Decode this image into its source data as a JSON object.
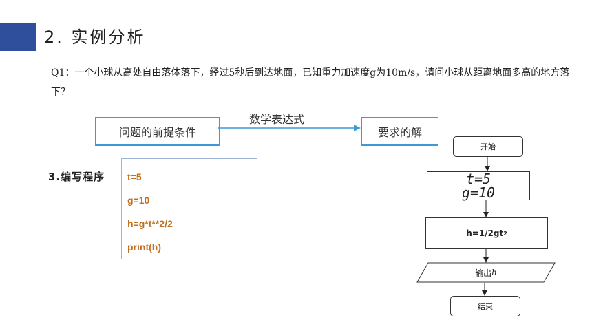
{
  "header": {
    "title": "2. 实例分析"
  },
  "question": {
    "text": "Q1：一个小球从高处自由落体落下，经过5秒后到达地面，已知重力加速度g为10m/s，请问小球从距离地面多高的地方落下？"
  },
  "diagram": {
    "premise_label": "问题的前提条件",
    "arrow_label": "数学表达式",
    "solution_label": "要求的解"
  },
  "section": {
    "label": "3.编写程序"
  },
  "code": {
    "lines": [
      "t=5",
      "g=10",
      "h=g*t**2/2",
      "print(h)"
    ]
  },
  "flowchart": {
    "start": "开始",
    "assign_line1": "t=5",
    "assign_line2": "g=10",
    "calc": "h=1/2gt",
    "calc_exponent": "2",
    "output_prefix": "输出",
    "output_var": "h",
    "end": "结束"
  },
  "colors": {
    "accent": "#2f4e9b",
    "box_border": "#3e9ad6",
    "code_text": "#c07020"
  }
}
